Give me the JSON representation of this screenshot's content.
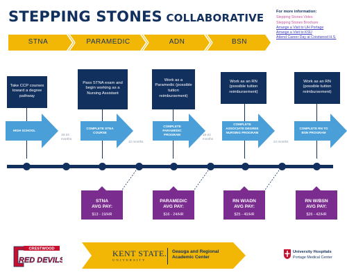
{
  "title": {
    "main": "STEPPING STONES",
    "sub": "COLLABORATIVE"
  },
  "info": {
    "heading": "For more information:",
    "links": [
      {
        "label": "Stepping Stones Video",
        "style": "pink"
      },
      {
        "label": "Stepping Stones Brochure",
        "style": "pink"
      },
      {
        "label": "Arrange a Visit to UH Portage",
        "style": "blue"
      },
      {
        "label": "Arrange a Visit to KSU",
        "style": "blue"
      },
      {
        "label": "Attend Career Day at Crestwood H.S.",
        "style": "blue"
      }
    ]
  },
  "banner": {
    "steps": [
      "STNA",
      "PARAMEDIC",
      "ADN",
      "BSN"
    ],
    "color": "#f2b705"
  },
  "top_boxes": [
    "Take CCP courses toward a degree pathway",
    "Pass STNA exam and begin working as a Nursing Assistant",
    "Work as a Paramedic (possible tuition reimbursement)",
    "Work as an RN (possible tuition reimbursement)",
    "Work as an RN (possible tuition reimbursement)"
  ],
  "arrows": [
    "HIGH SCHOOL",
    "COMPLETE STNA COURSE",
    "COMPLETE PARAMEDIC PROGRAM",
    "COMPLETE ASSOCIATE DEGREE NURSING PROGRAM",
    "COMPLETE RN TO BSN PROGRAM"
  ],
  "gaps": [
    "18-24 months",
    "12 months",
    "18-22 months",
    "24 months"
  ],
  "pay_boxes": [
    {
      "credential": "STNA",
      "label": "AVG PAY:",
      "range": "$13 - 19/HR"
    },
    {
      "credential": "PARAMEDIC",
      "label": "AVG PAY:",
      "range": "$16 - 24/HR"
    },
    {
      "credential": "RN W/ADN",
      "label": "AVG PAY:",
      "range": "$25 - 40/HR"
    },
    {
      "credential": "RN W/BSN",
      "label": "AVG PAY:",
      "range": "$26 - 42/HR"
    }
  ],
  "logos": {
    "crestwood_top": "CRESTWOOD",
    "crestwood_main": "RED DEVILS",
    "kent_main": "KENT STATE.",
    "kent_sub": "UNIVERSITY",
    "kent_center_line1": "Geauga and Regional",
    "kent_center_line2": "Academic Center",
    "uh_name": "University Hospitals",
    "uh_sub": "Portage Medical Center"
  },
  "colors": {
    "navy": "#12305e",
    "gold": "#f2b705",
    "light_blue": "#4a9fd8",
    "purple": "#7a2c8f",
    "red": "#c8102e"
  }
}
